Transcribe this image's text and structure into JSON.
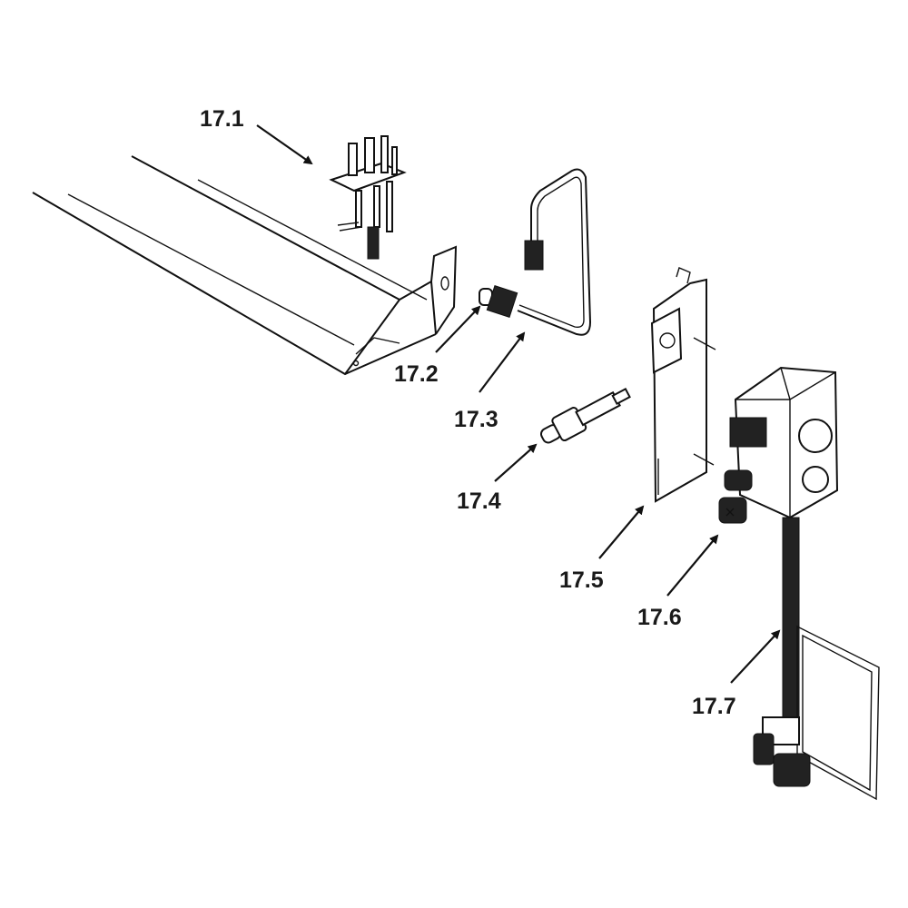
{
  "diagram": {
    "type": "exploded-parts-diagram",
    "callouts": [
      {
        "id": "17.1",
        "label": "17.1",
        "part": "pilot-assembly"
      },
      {
        "id": "17.2",
        "label": "17.2",
        "part": "pilot-fitting"
      },
      {
        "id": "17.3",
        "label": "17.3",
        "part": "pilot-tube"
      },
      {
        "id": "17.4",
        "label": "17.4",
        "part": "igniter"
      },
      {
        "id": "17.5",
        "label": "17.5",
        "part": "valve-bracket"
      },
      {
        "id": "17.6",
        "label": "17.6",
        "part": "gas-valve"
      },
      {
        "id": "17.7",
        "label": "17.7",
        "part": "flex-gas-line"
      }
    ]
  }
}
